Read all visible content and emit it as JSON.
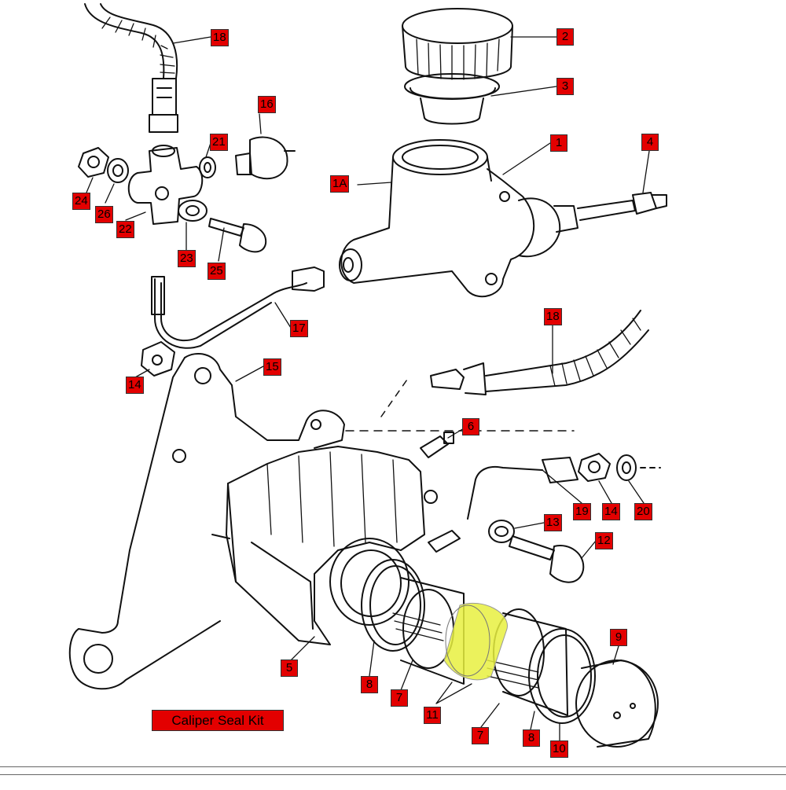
{
  "labels": {
    "l18a": "18",
    "l2": "2",
    "l3": "3",
    "l16": "16",
    "l21": "21",
    "l1": "1",
    "l4": "4",
    "l1a": "1A",
    "l24": "24",
    "l26": "26",
    "l22": "22",
    "l23": "23",
    "l25": "25",
    "l17": "17",
    "l18b": "18",
    "l14a": "14",
    "l15": "15",
    "l6": "6",
    "l19": "19",
    "l14b": "14",
    "l20": "20",
    "l13": "13",
    "l12": "12",
    "l9": "9",
    "l5": "5",
    "l8a": "8",
    "l7a": "7",
    "l11": "11",
    "l7b": "7",
    "l8b": "8",
    "l10": "10"
  },
  "kit_label": "Caliper Seal Kit",
  "colors": {
    "callout_fill": "#e30000",
    "highlight": "#e8f040",
    "line": "#111111"
  }
}
